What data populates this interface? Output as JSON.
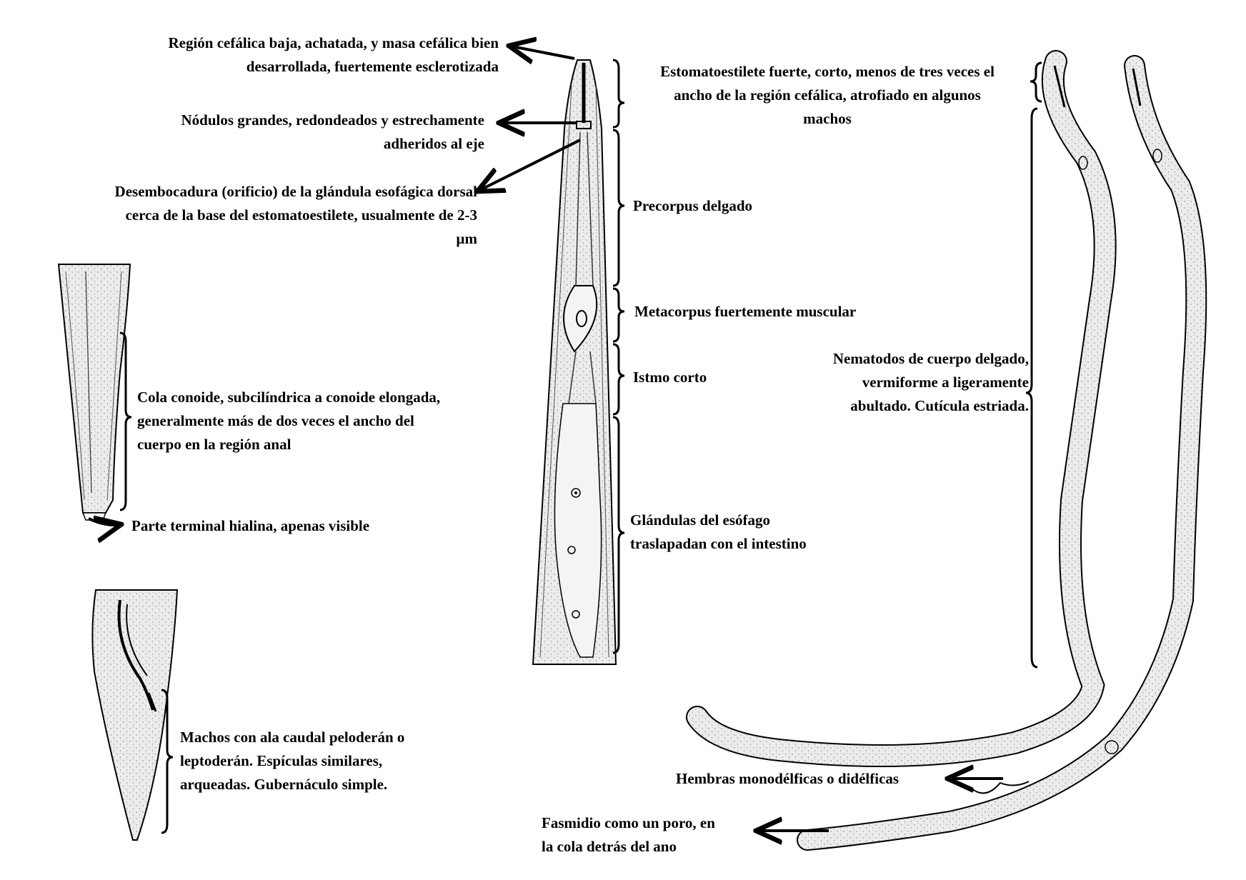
{
  "labels": {
    "cephalic_region": [
      "Región cefálica baja, achatada, y masa cefálica bien",
      "desarrollada, fuertemente esclerotizada"
    ],
    "knobs": [
      "Nódulos grandes, redondeados y estrechamente",
      "adheridos al eje"
    ],
    "dgo": [
      "Desembocadura (orificio) de la glándula esofágica dorsal",
      "cerca de la base del estomatoestilete, usualmente de 2-3",
      "µm"
    ],
    "stylet": [
      "Estomatoestilete fuerte, corto, menos de tres veces el",
      "ancho de la región cefálica, atrofiado en algunos",
      "machos"
    ],
    "precorpus": "Precorpus delgado",
    "metacorpus": "Metacorpus fuertemente muscular",
    "isthmus": "Istmo corto",
    "glands": [
      "Glándulas del esófago",
      "traslapadan con el intestino"
    ],
    "body": [
      "Nematodos de cuerpo delgado,",
      "vermiforme a ligeramente",
      "abultado. Cutícula estriada."
    ],
    "tail": [
      "Cola conoide, subcilíndrica a conoide elongada,",
      "generalmente más de dos veces el ancho del",
      "cuerpo en la región anal"
    ],
    "hyaline": "Parte terminal hialina, apenas visible",
    "males": [
      "Machos con ala caudal peloderán o",
      "leptoderán. Espículas similares,",
      "arqueadas. Gubernáculo simple."
    ],
    "females": "Hembras monodélficas o didélficas",
    "phasmid": [
      "Fasmidio como un poro, en",
      "la cola detrás del ano"
    ]
  },
  "colors": {
    "ink": "#000000",
    "body_fill": "#ececec",
    "stipple": "#8a8a8a",
    "background": "#ffffff"
  }
}
